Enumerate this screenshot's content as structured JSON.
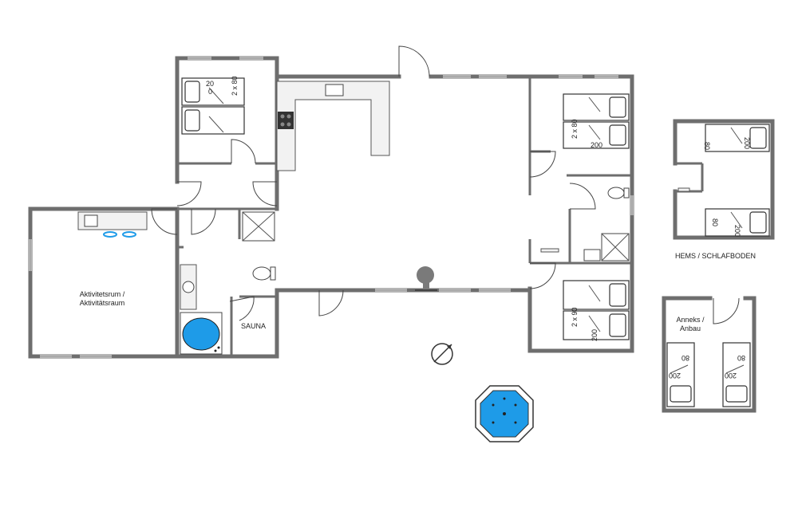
{
  "rooms": {
    "activity": "Aktivitetsrum /\nAktivitätsraum",
    "sauna": "SAUNA",
    "loft": "HEMS / SCHLAFBODEN",
    "annex": "Anneks /\nAnbau"
  },
  "dimensions": {
    "bed_a_20": "20",
    "bed_a_0": "0",
    "bed_a_2x80": "2 x 80",
    "bed_b_2x80": "2 x 80",
    "bed_b_200": "200",
    "bed_c_2x90": "2 x 90",
    "bed_c_200": "200",
    "loft_80_top": "80",
    "loft_200_top": "200",
    "loft_80_bottom": "80",
    "loft_200_bottom": "200",
    "annex_80_left": "80",
    "annex_200_left": "200",
    "annex_80_right": "80",
    "annex_200_right": "200"
  },
  "colors": {
    "wall": "#6e6e6e",
    "water": "#1e9be8",
    "counter": "#f2f2f2"
  },
  "icons": [
    "compass-icon",
    "hot-tub-icon",
    "stove-icon",
    "sink-icon",
    "toilet-icon",
    "shower-icon",
    "bathtub-icon",
    "fireplace-icon"
  ]
}
